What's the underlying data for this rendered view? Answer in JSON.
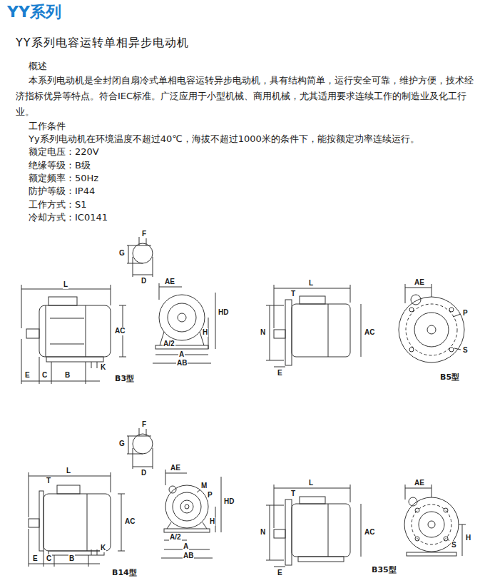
{
  "diagram": {
    "title": "YY系列",
    "labels": [
      "YY系列电容运转单相异步电动机",
      "概述",
      "本系列电动机是全封闭自扇冷式单相电容运转异步电动机，具有结构简单，运行安全可靠，维护方便，技术经济指标优异等特点。符合IEC标准。广泛应用于小型机械、商用机械，尤其适用要求连续工作的制造业及化工行业。",
      "工作条件",
      "Yy系列电动机在环境温度不超过40℃，海拔不超过1000米的条件下，能按额定功率连续运行。",
      "额定电压：220V",
      "绝缘等级：B级",
      "额定频率：50Hz",
      "防护等级：IP44",
      "工作方式：S1",
      "冷却方式：IC0141",
      "F",
      "G",
      "D",
      "L",
      "AC",
      "E",
      "C",
      "B",
      "K",
      "B3型",
      "AE",
      "HD",
      "H",
      "A/2",
      "A",
      "AB",
      "L",
      "T",
      "N",
      "E",
      "AC",
      "B5型",
      "AE",
      "P",
      "S",
      "F",
      "G",
      "D",
      "L",
      "T",
      "AC",
      "E",
      "C",
      "B",
      "K",
      "B14型",
      "AE",
      "M",
      "P",
      "HD",
      "H",
      "A/2",
      "A",
      "AB",
      "L",
      "T",
      "N",
      "AC",
      "E",
      "B35型",
      "AE",
      "H",
      "S"
    ]
  }
}
